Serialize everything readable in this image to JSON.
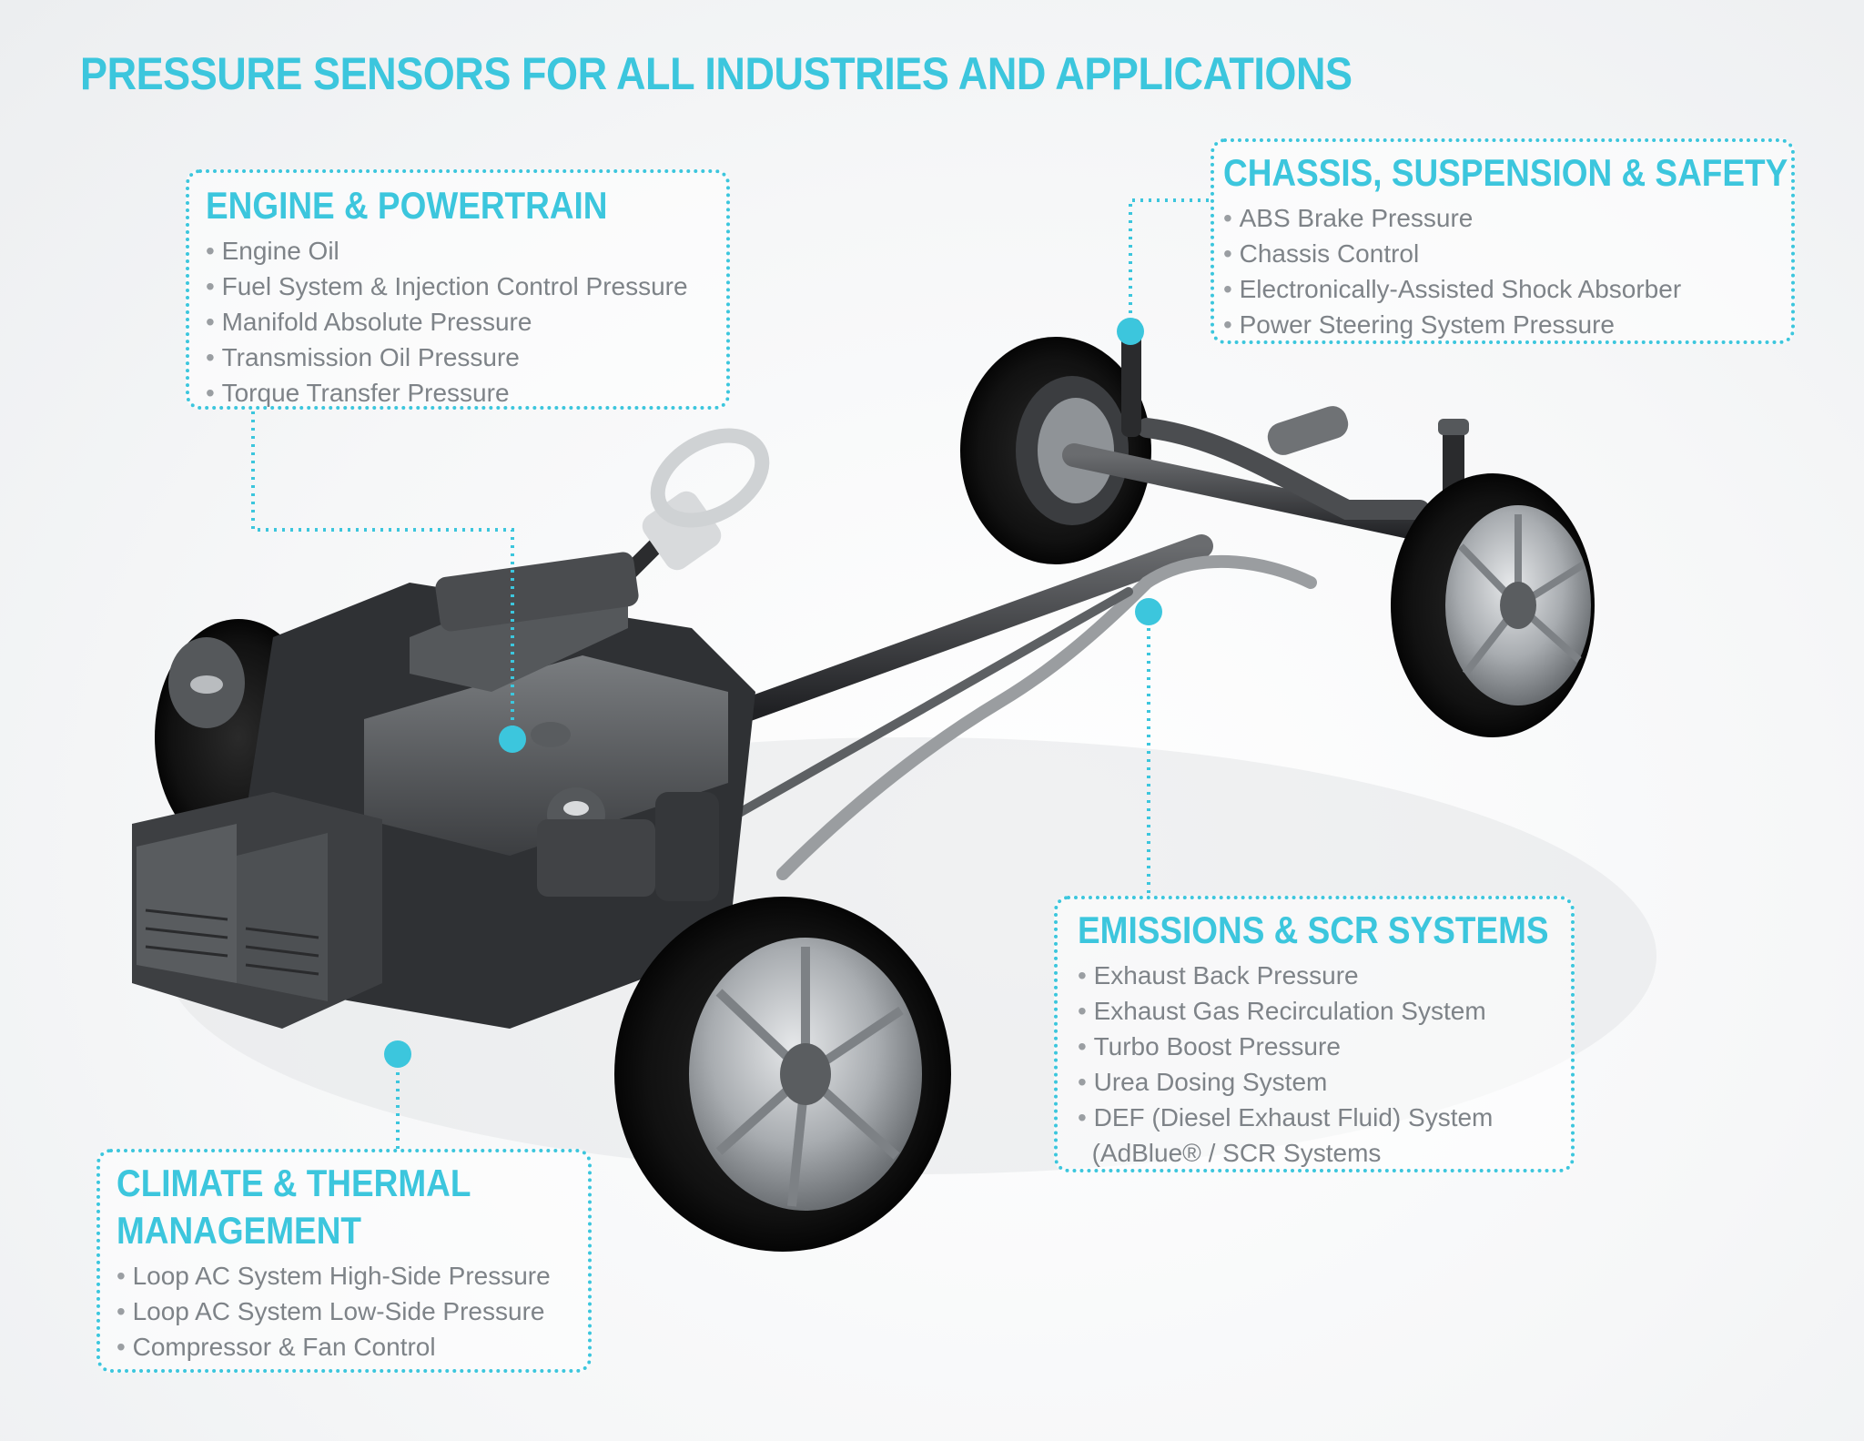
{
  "header": {
    "title": "PRESSURE SENSORS FOR ALL INDUSTRIES AND APPLICATIONS"
  },
  "colors": {
    "accent": "#3cc6dd",
    "text": "#7e8388"
  },
  "callouts": {
    "engine": {
      "heading": "ENGINE & POWERTRAIN",
      "items": [
        "Engine Oil",
        "Fuel System & Injection Control Pressure",
        "Manifold Absolute Pressure",
        "Transmission Oil Pressure",
        "Torque Transfer Pressure"
      ]
    },
    "chassis": {
      "heading": "CHASSIS, SUSPENSION & SAFETY",
      "items": [
        "ABS Brake Pressure",
        "Chassis Control",
        "Electronically-Assisted Shock Absorber",
        "Power Steering System Pressure"
      ]
    },
    "emissions": {
      "heading": "EMISSIONS & SCR SYSTEMS",
      "items": [
        "Exhaust Back Pressure",
        "Exhaust Gas Recirculation System",
        "Turbo Boost Pressure",
        "Urea Dosing System",
        "DEF (Diesel Exhaust Fluid) System",
        "(AdBlue® / SCR Systems"
      ]
    },
    "climate": {
      "heading_line1": "CLIMATE & THERMAL",
      "heading_line2": "MANAGEMENT",
      "items": [
        "Loop AC System High-Side Pressure",
        "Loop AC System Low-Side Pressure",
        "Compressor & Fan Control"
      ]
    }
  }
}
